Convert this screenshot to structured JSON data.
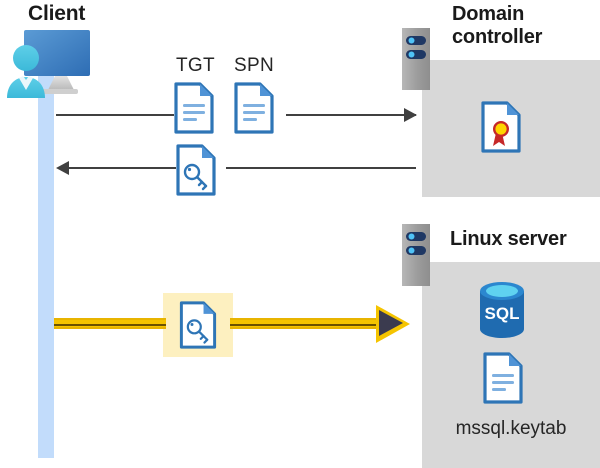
{
  "diagram": {
    "title_client": "Client",
    "title_domain_controller": "Domain controller",
    "title_linux_server": "Linux server",
    "keytab_filename": "mssql.keytab",
    "labels": {
      "tgt": "TGT",
      "spn": "SPN"
    },
    "colors": {
      "panel_gray": "#d8d8d8",
      "lifeline_blue": "#c2dcfb",
      "highlight_yellow": "#fdf0c0",
      "arrow_yellow": "#f5c400",
      "arrow_dark": "#404040",
      "doc_blue": "#2e75b6",
      "sql_blue": "#1f6bb0",
      "cert_red": "#c62828",
      "cert_gold": "#ffd500"
    },
    "icons": {
      "client": "client-workstation-icon",
      "server_dc": "server-rack-icon",
      "server_linux": "server-rack-icon",
      "document_tgt": "document-icon",
      "document_spn": "document-icon",
      "document_ticket": "document-key-icon",
      "document_keytab_transfer": "document-key-icon",
      "document_certificate": "certificate-document-icon",
      "document_keytab_file": "document-icon",
      "database": "sql-database-icon"
    },
    "flows": [
      {
        "name": "request",
        "from": "Client",
        "to": "Domain controller",
        "direction": "right",
        "style": "thin-dark",
        "carries": [
          "TGT",
          "SPN"
        ]
      },
      {
        "name": "response",
        "from": "Domain controller",
        "to": "Client",
        "direction": "left",
        "style": "thin-dark",
        "carries": [
          "service ticket"
        ]
      },
      {
        "name": "keytab-transfer",
        "from": "Client",
        "to": "Linux server",
        "direction": "right",
        "style": "thick-yellow-highlighted",
        "carries": [
          "keytab"
        ]
      }
    ]
  }
}
